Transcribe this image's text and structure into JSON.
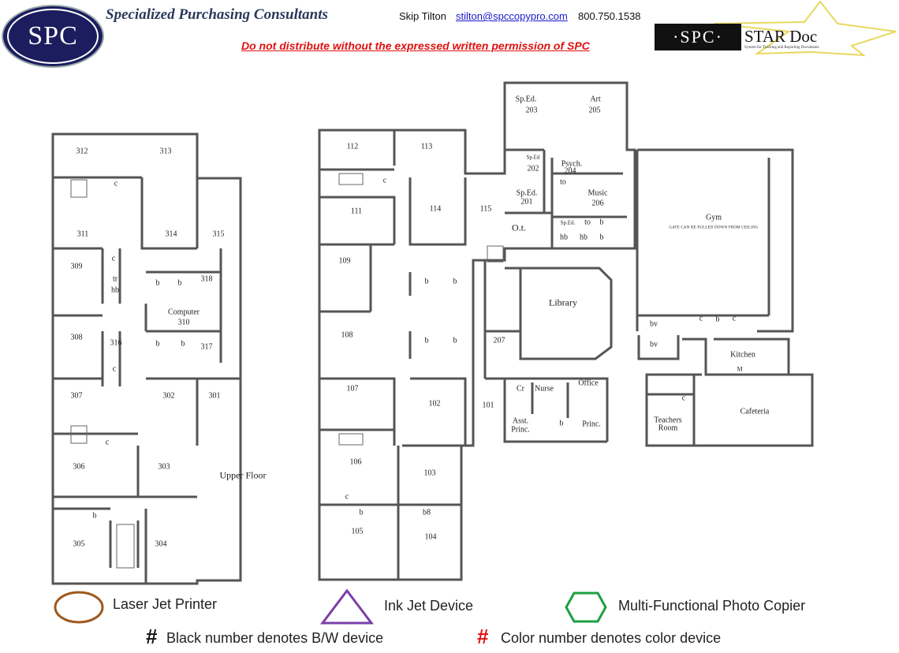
{
  "header": {
    "logo_text": "SPC",
    "company": "Specialized Purchasing Consultants",
    "contact_name": "Skip Tilton",
    "email": "stilton@spccopypro.com",
    "phone": "800.750.1538",
    "warning": "Do not distribute without the expressed written permission of SPC",
    "star_logo": "·SPC·",
    "star_title": "STAR Doc",
    "star_subtitle": "System for Tracking and Reporting Documents"
  },
  "upper_floor": {
    "title": "Upper Floor",
    "rooms": [
      "312",
      "313",
      "c",
      "311",
      "314",
      "315",
      "309",
      "c",
      "tr",
      "hb",
      "b",
      "b",
      "318",
      "Computer",
      "310",
      "308",
      "316",
      "c",
      "b",
      "b",
      "317",
      "307",
      "302",
      "301",
      "c",
      "306",
      "303",
      "b",
      "305",
      "304"
    ]
  },
  "main_floor": {
    "rooms": [
      "112",
      "113",
      "c",
      "111",
      "114",
      "115",
      "109",
      "b",
      "b",
      "108",
      "b",
      "b",
      "107",
      "102",
      "101",
      "106",
      "103",
      "c",
      "b",
      "105",
      "104",
      "b8"
    ],
    "wing_rooms": [
      "Sp.Ed.",
      "203",
      "Art",
      "205",
      "Sp.Ed",
      "202",
      "Psych.",
      "204",
      "to",
      "Music",
      "206",
      "Sp.Ed.",
      "201",
      "O.t.",
      "Sp.Ed.",
      "to",
      "b",
      "hb",
      "hb",
      "b",
      "Library",
      "207",
      "Cr",
      "Nurse",
      "Office",
      "Asst.",
      "Princ.",
      "b",
      "Princ."
    ],
    "east_rooms": [
      "Gym",
      "GATE CAN BE PULLED DOWN FROM CEILING",
      "bv",
      "bv",
      "c",
      "b",
      "c",
      "Kitchen",
      "M",
      "c",
      "Teachers",
      "Room",
      "Cafeteria"
    ]
  },
  "legend": {
    "laser": "Laser Jet Printer",
    "inkjet": "Ink Jet Device",
    "mfp": "Multi-Functional Photo Copier",
    "hash": "#",
    "bw_note": "Black number denotes B/W device",
    "color_note": "Color number denotes color device",
    "colors": {
      "laser": "#a0581e",
      "inkjet": "#7a3fa8",
      "mfp": "#1aa040",
      "color_hash": "#e01010"
    }
  }
}
